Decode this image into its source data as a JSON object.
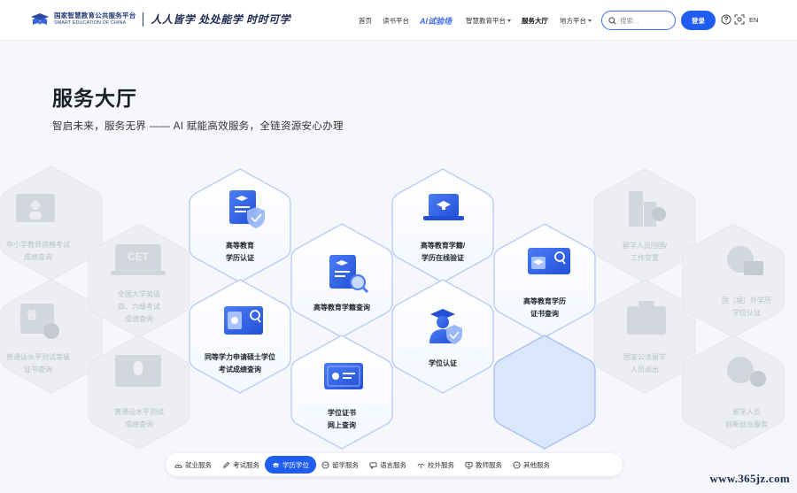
{
  "header": {
    "logo_cn": "国家智慧教育公共服务平台",
    "logo_en": "SMART EDUCATION OF CHINA",
    "slogan": "人人皆学 处处能学 时时可学",
    "nav": [
      {
        "label": "首页"
      },
      {
        "label": "读书平台"
      },
      {
        "label": "AI试验场"
      },
      {
        "label": "智慧教育平台",
        "dropdown": true
      },
      {
        "label": "服务大厅",
        "active": true
      },
      {
        "label": "地方平台",
        "dropdown": true
      }
    ],
    "search_placeholder": "搜索...",
    "login_label": "登录",
    "lang_label": "EN"
  },
  "page": {
    "title": "服务大厅",
    "subtitle": "智启未来，服务无界 —— AI 赋能高效服务，全链资源安心办理"
  },
  "services": {
    "hex_faded_left": [
      [
        "中小学教师资格考试",
        "成绩查询"
      ],
      [
        "全国大学英语",
        "四、六级考试",
        "成绩查询"
      ],
      [
        "普通话水平测试等级",
        "证书查询"
      ],
      [
        "普通话水平测试",
        "成绩查询"
      ]
    ],
    "hex_active": [
      [
        "高等教育",
        "学历认证"
      ],
      [
        "高等教育学籍查询"
      ],
      [
        "同等学力申请硕士学位",
        "考试成绩查询"
      ],
      [
        "高等教育学籍/",
        "学历在线验证"
      ],
      [
        "学位认证"
      ],
      [
        "学位证书",
        "网上查询"
      ],
      [
        "高等教育学历",
        "证书查询"
      ]
    ],
    "hex_faded_right": [
      [
        "留学人员回国/",
        "工作安置"
      ],
      [
        "国（境）外学历",
        "学位认证"
      ],
      [
        "国家公派留学",
        "人员派出"
      ],
      [
        "留学人员",
        "创新创业服务"
      ]
    ],
    "icon_texts": {
      "cet": "CET",
      "putonghua": "普"
    }
  },
  "tabs": [
    {
      "label": "就业服务",
      "icon": "employment-icon"
    },
    {
      "label": "考试服务",
      "icon": "pen-icon"
    },
    {
      "label": "学历学位",
      "icon": "graduation-cap-icon",
      "active": true
    },
    {
      "label": "留学服务",
      "icon": "globe-icon"
    },
    {
      "label": "语言服务",
      "icon": "chat-icon"
    },
    {
      "label": "校外服务",
      "icon": "hands-icon"
    },
    {
      "label": "教师服务",
      "icon": "teacher-icon"
    },
    {
      "label": "其他服务",
      "icon": "more-icon"
    }
  ],
  "colors": {
    "accent": "#1f5cf0",
    "hex_border": "#bcd0f5",
    "hex_faded": "#e9ebf0"
  },
  "watermark": "www.365jz.com"
}
